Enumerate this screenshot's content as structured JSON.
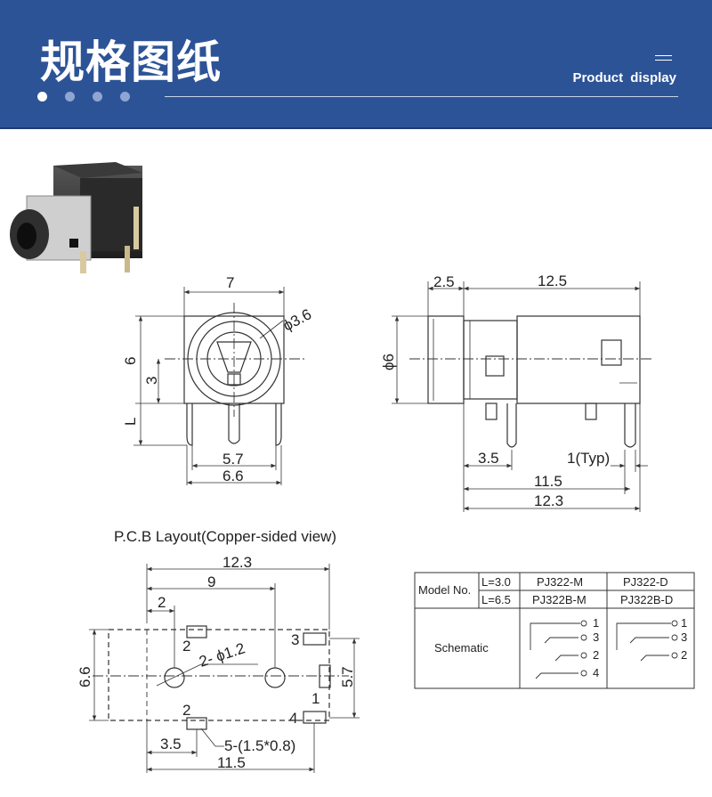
{
  "banner": {
    "title": "规格图纸",
    "subtitle": "Product  display"
  },
  "front_view": {
    "width": "7",
    "hole_diameter": "ϕ3.6",
    "height": "6",
    "center_height": "3",
    "pin_length": "L",
    "pin_span_inner": "5.7",
    "pin_span_outer": "6.6"
  },
  "side_view": {
    "nose_length": "2.5",
    "body_length": "12.5",
    "diameter": "ϕ6",
    "pin_offset": "3.5",
    "pin_width_typ": "1(Typ)",
    "total_span": "11.5",
    "total_length": "12.3"
  },
  "pcb": {
    "title": "P.C.B Layout(Copper-sided view)",
    "overall_width": "12.3",
    "hole_spacing": "9",
    "pad_offset": "2",
    "holes_label": "2- ϕ1.2",
    "height": "6.6",
    "pad_spacing": "5.7",
    "pad_label_2_top": "2",
    "pad_label_3": "3",
    "pad_label_1": "1",
    "pad_label_2_bottom": "2",
    "pad_label_4": "4",
    "bottom_offset": "3.5",
    "pad_size": "5-(1.5*0.8)",
    "bottom_span": "11.5"
  },
  "model_table": {
    "header_label": "Model No.",
    "row1_l": "L=3.0",
    "row2_l": "L=6.5",
    "model_m_1": "PJ322-M",
    "model_d_1": "PJ322-D",
    "model_m_2": "PJ322B-M",
    "model_d_2": "PJ322B-D",
    "schematic_label": "Schematic",
    "pins_m": [
      "1",
      "3",
      "2",
      "4"
    ],
    "pins_d": [
      "1",
      "3",
      "2"
    ]
  },
  "colors": {
    "banner": "#2d5397",
    "line": "#333333"
  }
}
